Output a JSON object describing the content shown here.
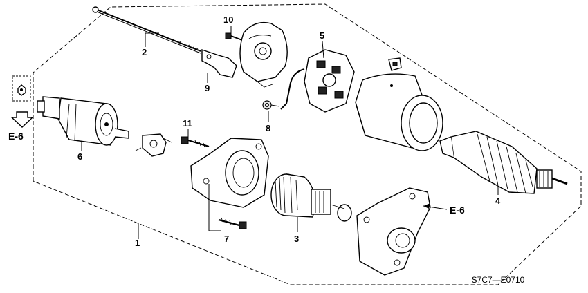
{
  "diagram": {
    "parts": [
      {
        "number": "1"
      },
      {
        "number": "2"
      },
      {
        "number": "3"
      },
      {
        "number": "4"
      },
      {
        "number": "5"
      },
      {
        "number": "6"
      },
      {
        "number": "7"
      },
      {
        "number": "8"
      },
      {
        "number": "9"
      },
      {
        "number": "10"
      },
      {
        "number": "11"
      }
    ],
    "references": [
      {
        "text": "E-6"
      },
      {
        "text": "E-6"
      }
    ],
    "drawing_code": "S7C7—E0710"
  }
}
